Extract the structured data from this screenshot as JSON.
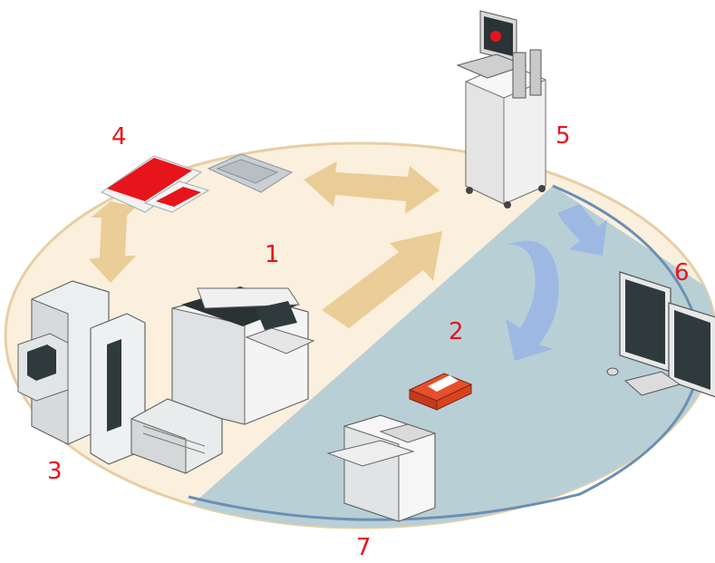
{
  "diagram": {
    "labels": {
      "zone1": "1",
      "zone2": "2",
      "device3": "3",
      "device4": "4",
      "device5": "5",
      "device6": "6",
      "device7": "7"
    },
    "colors": {
      "label_red": "#e8141b",
      "zone1_fill": "#fbefdd",
      "zone1_border": "#e6cfa4",
      "zone2_fill": "#b9cfd6",
      "zone2_border": "#6c8fb3",
      "tan_arrow": "#e8c98f",
      "blue_arrow": "#9db9e3"
    },
    "icons": [
      "cassette-reader-icon",
      "cassettes-icon",
      "workstation-cart-icon",
      "printer-icon",
      "cr-reader-icon",
      "digitizer-icon",
      "dual-monitor-icon",
      "film-box-icon",
      "film-printer-icon"
    ]
  }
}
